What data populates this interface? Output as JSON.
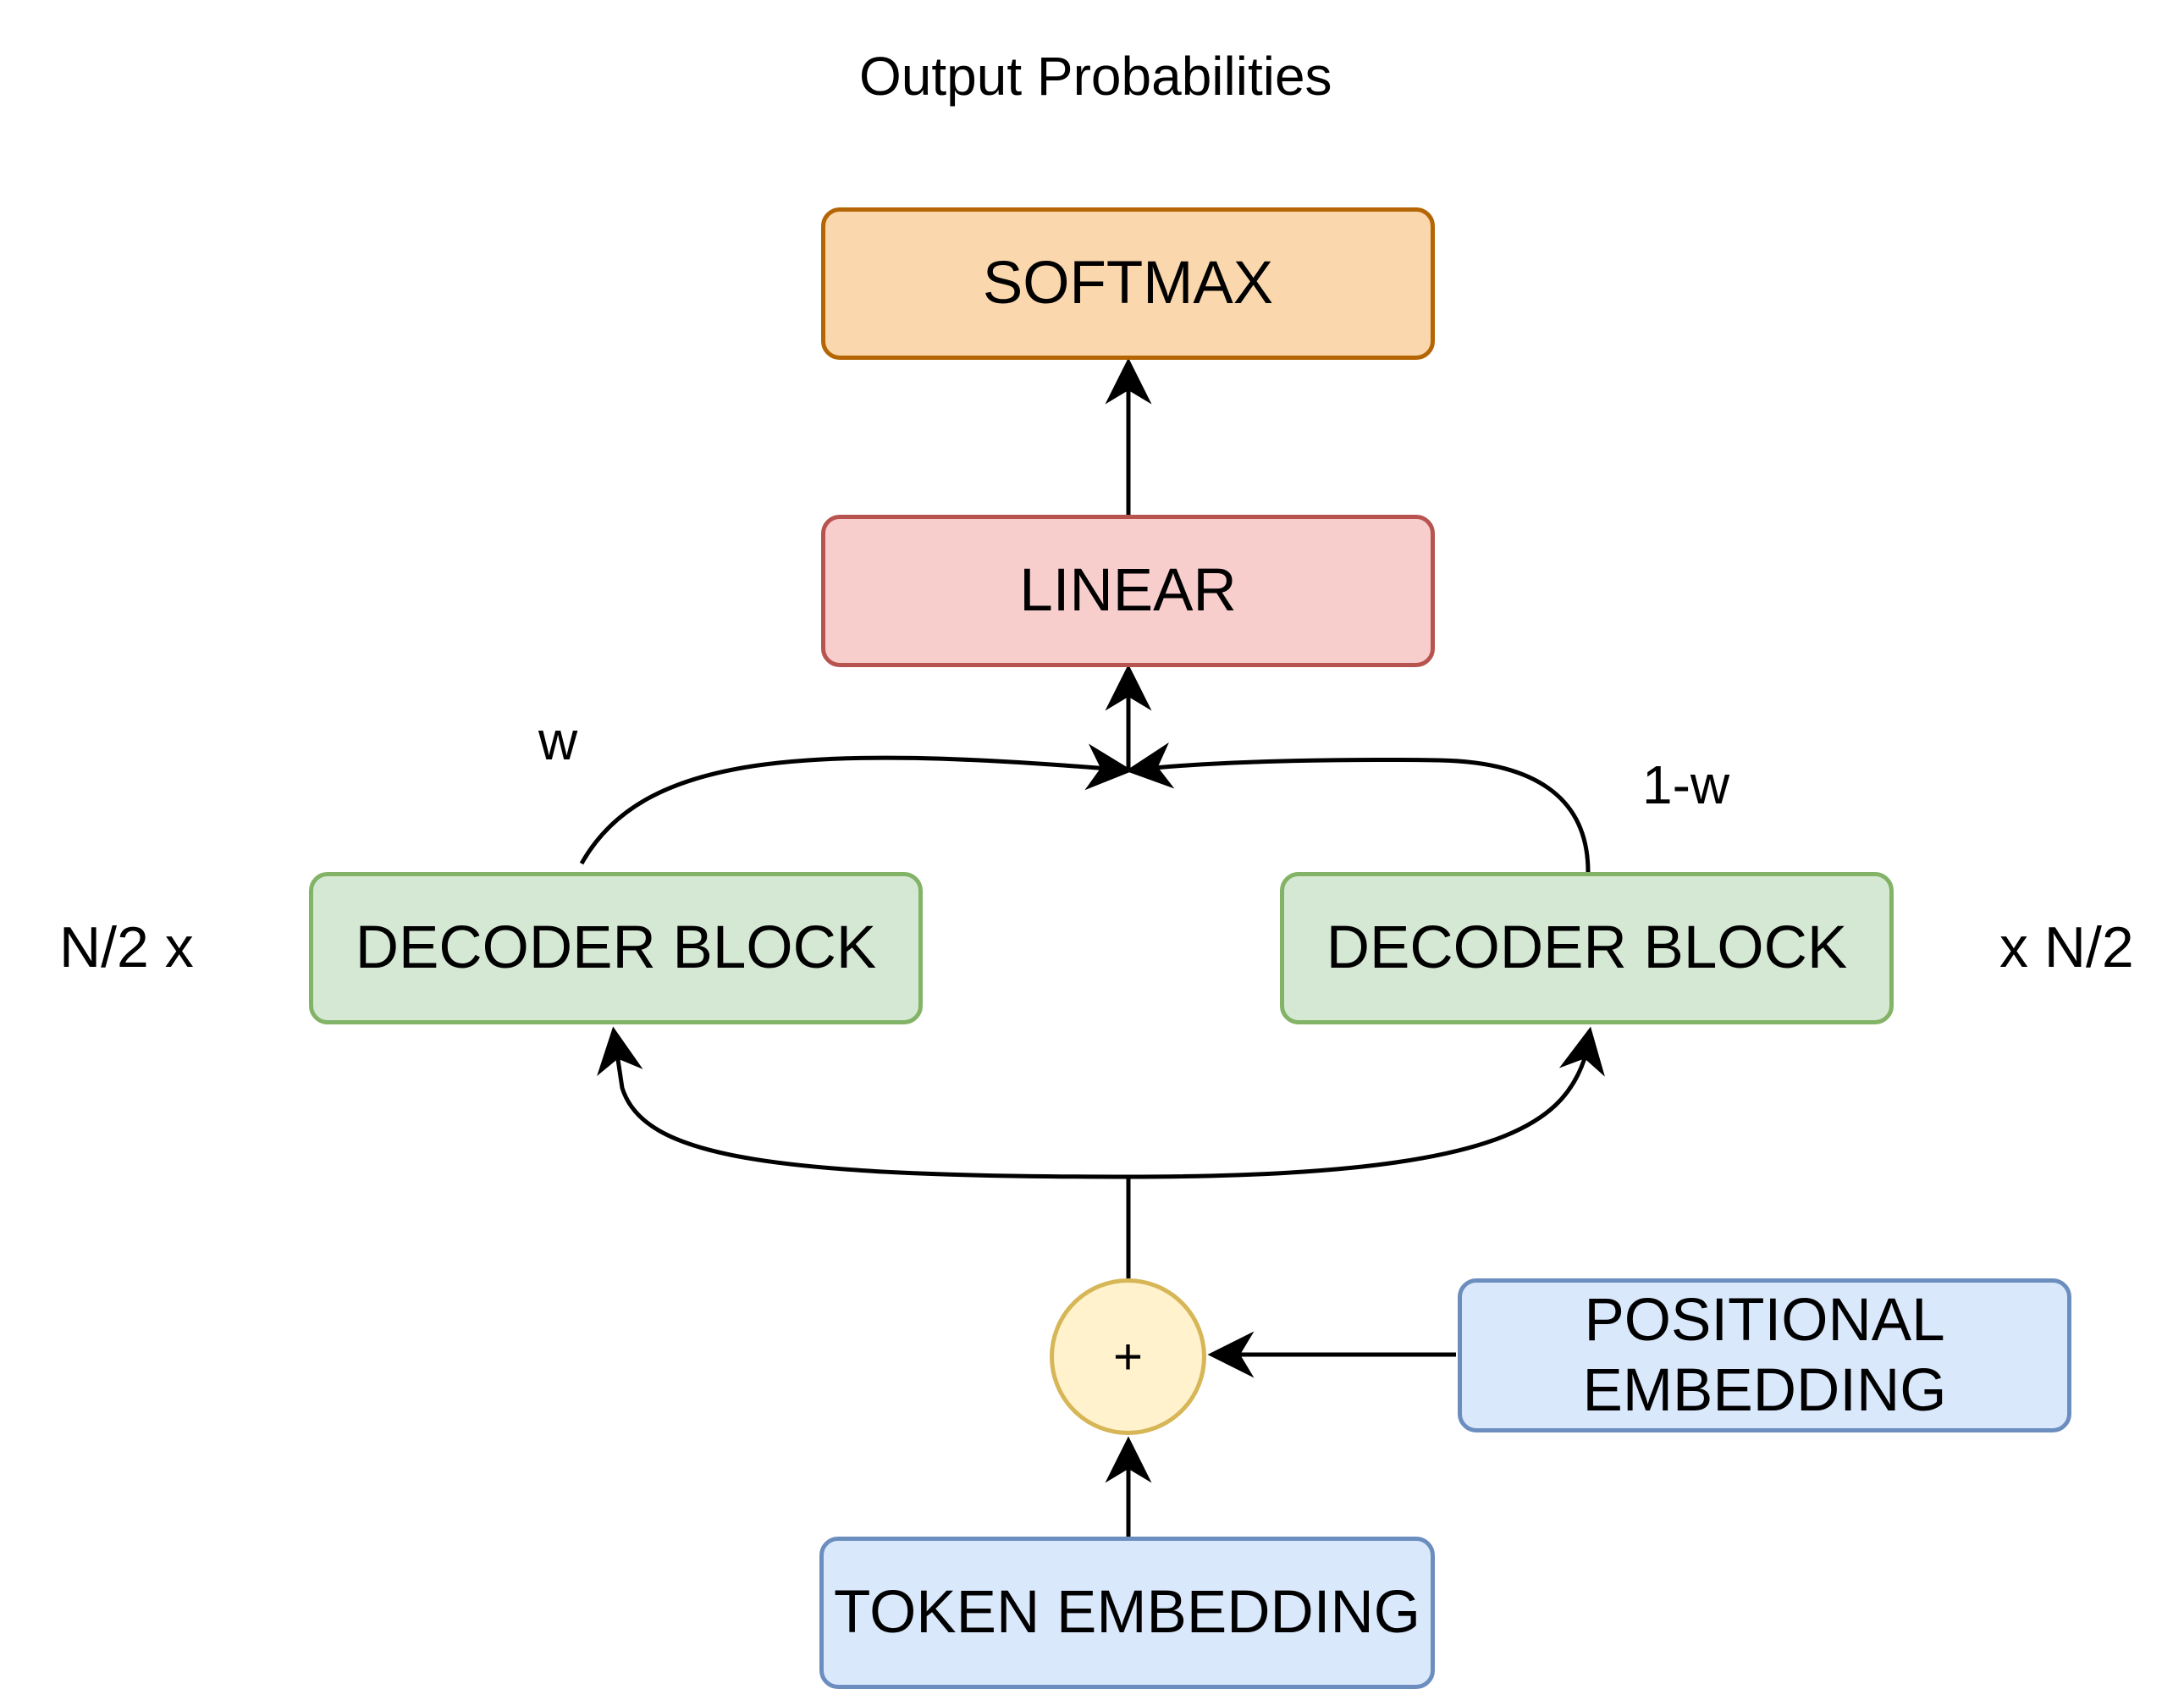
{
  "title": "Output Probabilities",
  "nodes": {
    "softmax": {
      "label": "SOFTMAX",
      "fill": "#fad7ac",
      "stroke": "#b46504"
    },
    "linear": {
      "label": "LINEAR",
      "fill": "#f8cecc",
      "stroke": "#b85450"
    },
    "decoder_left": {
      "label": "DECODER BLOCK",
      "fill": "#d5e8d4",
      "stroke": "#82b366"
    },
    "decoder_right": {
      "label": "DECODER BLOCK",
      "fill": "#d5e8d4",
      "stroke": "#82b366"
    },
    "add": {
      "label": "+",
      "fill": "#fff2cc",
      "stroke": "#d6b656"
    },
    "positional_embedding": {
      "label": "POSITIONAL EMBEDDING",
      "fill": "#dae8fc",
      "stroke": "#6c8ebf"
    },
    "token_embedding": {
      "label": "TOKEN EMBEDDING",
      "fill": "#dae8fc",
      "stroke": "#6c8ebf"
    }
  },
  "annotations": {
    "weight_left": "w",
    "weight_right": "1-w",
    "repeat_left": "N/2 x",
    "repeat_right": "x N/2"
  }
}
